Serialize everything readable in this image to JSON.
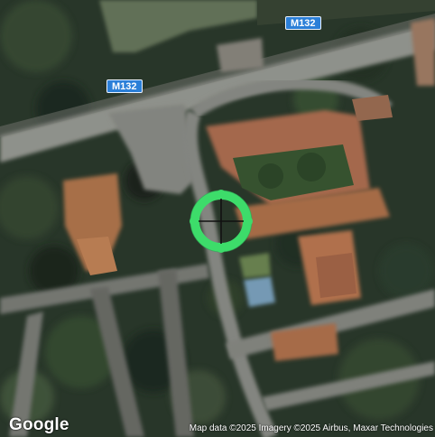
{
  "map": {
    "type": "satellite",
    "road_labels": [
      "M132",
      "M132"
    ],
    "marker": {
      "icon": "crosshair-circle-icon",
      "color": "#3ddc6a"
    },
    "logo": "Google",
    "attribution": "Map data ©2025 Imagery ©2025 Airbus, Maxar Technologies",
    "colors": {
      "road_shield": "#2b7fd8",
      "tree_canopy": "#2a3d2a",
      "roof_tiles": "#b5714a",
      "pavement": "#9a9a94"
    }
  }
}
